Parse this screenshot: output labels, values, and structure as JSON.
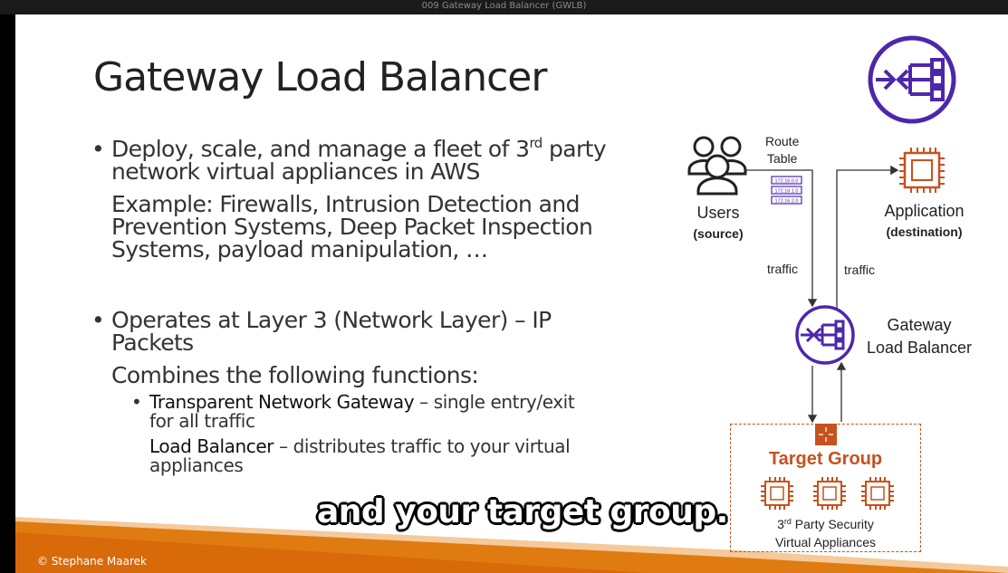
{
  "window": {
    "title": "009 Gateway Load Balancer (GWLB)"
  },
  "slide": {
    "title": "Gateway Load Balancer",
    "bullets": {
      "b1": {
        "before_sup": "Deploy, scale, and manage a fleet of 3",
        "sup": "rd",
        "after_sup": " party",
        "line2": "network virtual appliances in AWS"
      },
      "b2": {
        "line1": "Example: Firewalls, Intrusion Detection and",
        "line2": "Prevention Systems, Deep Packet Inspection",
        "line3": "Systems, payload manipulation, …"
      },
      "b3": {
        "line1": "Operates at Layer 3 (Network Layer) – IP",
        "line2": "Packets"
      },
      "b4": {
        "line1": "Combines the following functions:"
      },
      "sub1": {
        "bold": "Transparent Network Gateway",
        "rest": " – single entry/exit",
        "line2": "for all traffic"
      },
      "sub2": {
        "bold": "Load Balancer",
        "rest": " – distributes traffic to your virtual",
        "line2": "appliances"
      }
    },
    "copyright": "© Stephane Maarek"
  },
  "diagram": {
    "users_label": "Users",
    "users_sub": "(source)",
    "route_table_line1": "Route",
    "route_table_line2": "Table",
    "route_entries": [
      "172.16.0.0",
      "172.16.1.0",
      "172.16.2.0"
    ],
    "application_label": "Application",
    "application_sub": "(destination)",
    "traffic_left": "traffic",
    "traffic_right": "traffic",
    "gwlb_line1": "Gateway",
    "gwlb_line2": "Load Balancer",
    "target_group_label": "Target Group",
    "appliances_pre": "3",
    "appliances_sup": "rd",
    "appliances_post": " Party Security",
    "appliances_line2": "Virtual Appliances"
  },
  "player": {
    "subtitle": "and your target group."
  },
  "colors": {
    "purple": "#4d27aa",
    "orange": "#c7511f",
    "footer_orange": "#e07b12"
  }
}
